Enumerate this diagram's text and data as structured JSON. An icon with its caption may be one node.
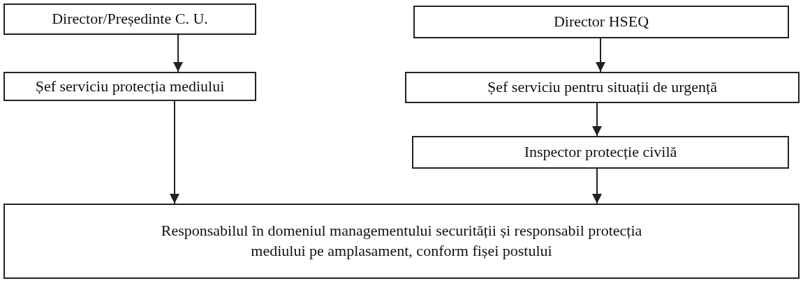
{
  "diagram": {
    "nodes": [
      {
        "text": [
          "Director/Președinte C. U."
        ]
      },
      {
        "text": [
          "Director HSEQ"
        ]
      },
      {
        "text": [
          "Șef serviciu protecția mediului"
        ]
      },
      {
        "text": [
          "Șef serviciu pentru situații de urgență"
        ]
      },
      {
        "text": [
          "Inspector protecție civilă"
        ]
      },
      {
        "text": [
          "Responsabilul în domeniul managementului securității și responsabil protecția mediului pe amplasament, conform fișei postului"
        ]
      }
    ],
    "edges": [
      {
        "from": 0,
        "to": 2,
        "arrow": "to"
      },
      {
        "from": 1,
        "to": 3,
        "arrow": "to"
      },
      {
        "from": 3,
        "to": 4,
        "arrow": "to"
      },
      {
        "from": 2,
        "to": 5,
        "arrow": "to"
      },
      {
        "from": 4,
        "to": 5,
        "arrow": "to"
      }
    ]
  }
}
